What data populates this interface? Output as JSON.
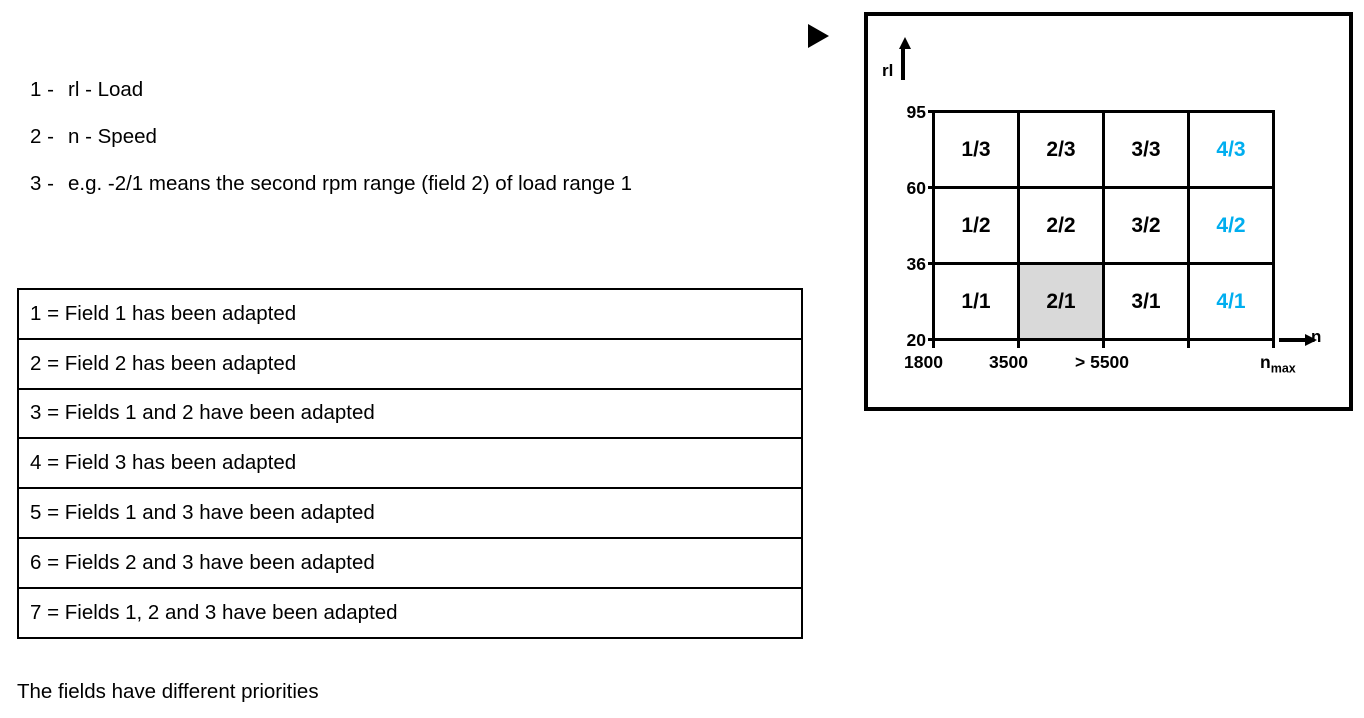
{
  "legend": {
    "items": [
      {
        "marker": "1 -",
        "text": "rl - Load"
      },
      {
        "marker": "2 -",
        "text": "n - Speed"
      },
      {
        "marker": "3 -",
        "text": "e.g. -2/1 means the second rpm range (field 2) of load range 1"
      }
    ]
  },
  "adaptation_table": {
    "rows": [
      "1 = Field 1 has been adapted",
      "2 = Field 2 has been adapted",
      "3 = Fields 1 and 2 have been adapted",
      "4 = Field 3 has been adapted",
      "5 = Fields 1 and 3 have been adapted",
      "6 = Fields 2 and 3 have been adapted",
      "7 = Fields 1, 2 and 3 have been adapted"
    ]
  },
  "caption": "The fields have different priorities",
  "pointer": {
    "icon": "play-triangle-icon"
  },
  "diagram": {
    "y_axis": {
      "label": "rl",
      "arrow_icon": "arrow-up-icon",
      "tick_labels": [
        "95",
        "60",
        "36",
        "20"
      ]
    },
    "x_axis": {
      "label": "n",
      "arrow_icon": "arrow-right-icon",
      "tick_labels": [
        "1800",
        "3500",
        "> 5500"
      ],
      "nmax_label": "n",
      "nmax_sub": "max"
    },
    "grid": {
      "rows": [
        [
          "1/3",
          "2/3",
          "3/3",
          "4/3"
        ],
        [
          "1/2",
          "2/2",
          "3/2",
          "4/2"
        ],
        [
          "1/1",
          "2/1",
          "3/1",
          "4/1"
        ]
      ],
      "highlighted_cell": "2/1",
      "accent_color": "#00AEEF",
      "highlight_color": "#D9D9D9"
    }
  },
  "chart_data": {
    "type": "heatmap",
    "title": "",
    "xlabel": "n",
    "ylabel": "rl",
    "x_tick_labels": [
      "1800",
      "3500",
      "> 5500",
      "n max"
    ],
    "y_tick_labels": [
      "20",
      "36",
      "60",
      "95"
    ],
    "columns": [
      "1800",
      "3500",
      "> 5500",
      "n max"
    ],
    "rows": [
      "20-36",
      "36-60",
      "60-95"
    ],
    "cells": [
      [
        "1/3",
        "2/3",
        "3/3",
        "4/3"
      ],
      [
        "1/2",
        "2/2",
        "3/2",
        "4/2"
      ],
      [
        "1/1",
        "2/1",
        "3/1",
        "4/1"
      ]
    ],
    "highlighted": [
      "2/1"
    ],
    "accent_cells": [
      "4/3",
      "4/2",
      "4/1"
    ],
    "grid": true,
    "legend": "none"
  }
}
